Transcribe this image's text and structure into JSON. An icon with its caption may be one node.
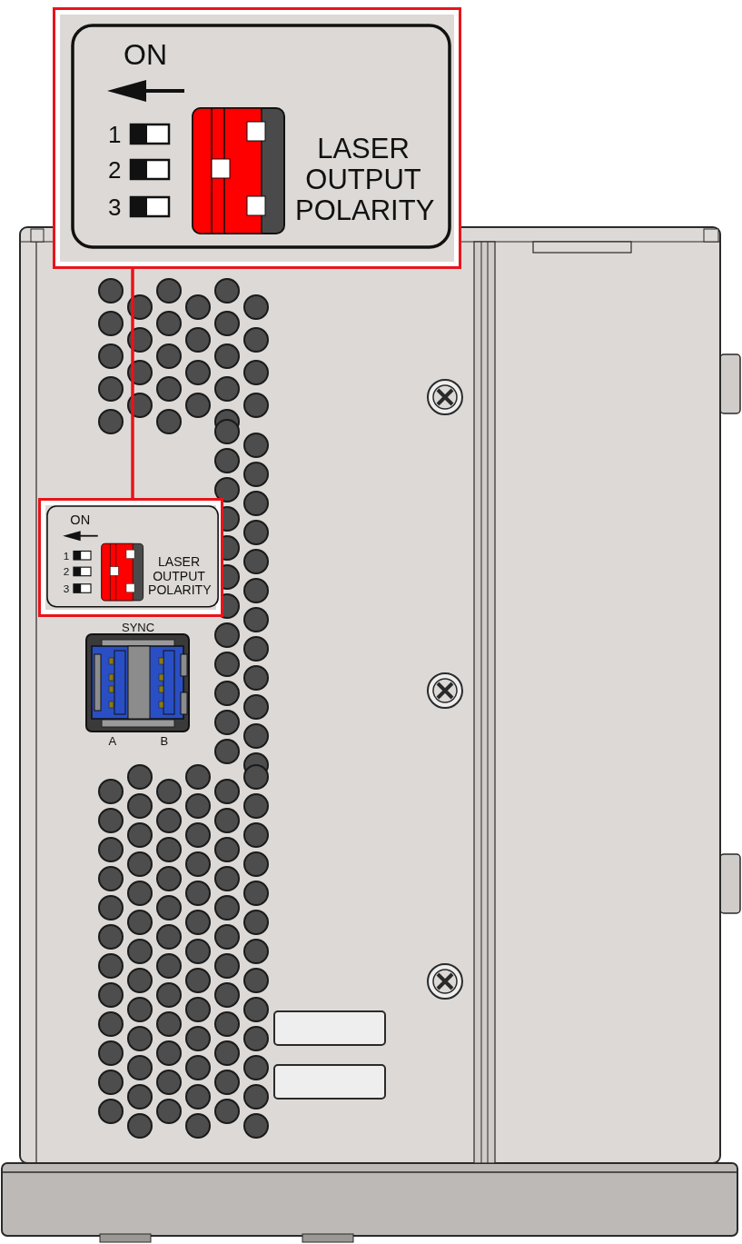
{
  "diagram": {
    "nodes": [
      {
        "text": [
          "ON",
          "1",
          "2",
          "3",
          "LASER OUTPUT POLARITY"
        ]
      },
      {
        "text": [
          "ON",
          "1",
          "2",
          "3",
          "LASER OUTPUT POLARITY"
        ]
      }
    ],
    "edges": [
      {
        "from": 1,
        "to": 0,
        "arrow": "none"
      }
    ],
    "labels": [
      "SYNC",
      "A",
      "B"
    ]
  }
}
